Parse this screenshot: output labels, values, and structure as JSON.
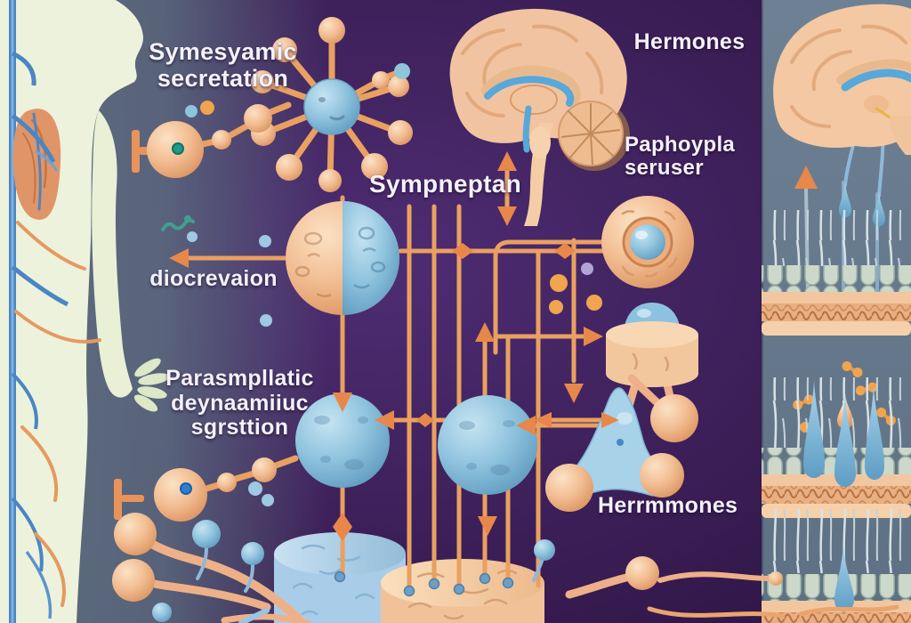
{
  "labels": {
    "secretion": "Symesyamic\nsecretation",
    "synapse": "Sympneptan",
    "hormones": "Hermones",
    "pituitary": "Paphoypla\nseruser",
    "discretion": "diocrevaion",
    "parasympathetic": "Parasmpllatic\ndeynaamiiuc\nsgrsttion",
    "hormones2": "Herrmmones"
  },
  "palette": {
    "bg-center": "#3c1e59",
    "bg-left": "#5d6e80",
    "bg-right": "#68798c",
    "body": "#edf2dc",
    "peach": "#f2bd92",
    "peach-light": "#f8d8b4",
    "blue": "#8ec2dd",
    "blue-deep": "#5f9dc2",
    "orange": "#e9a061",
    "arrow": "#e8874a",
    "teal": "#3fa08e",
    "vessel": "#4a86c4",
    "text": "#f4f1f9"
  }
}
